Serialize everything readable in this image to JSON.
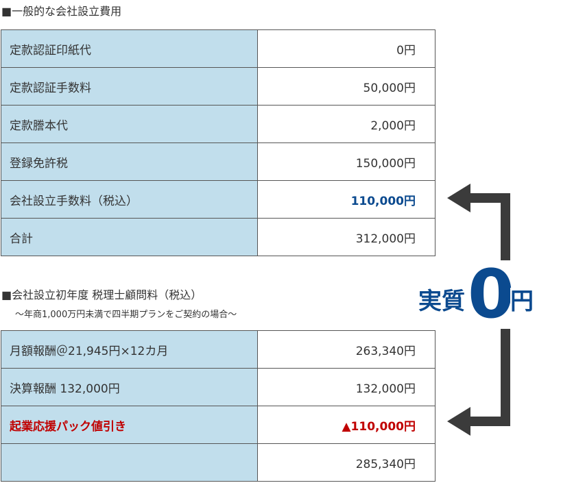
{
  "section1": {
    "title": "■一般的な会社設立費用",
    "rows": [
      {
        "label": "定款認証印紙代",
        "value": "0円"
      },
      {
        "label": "定款認証手数料",
        "value": "50,000円"
      },
      {
        "label": "定款謄本代",
        "value": "2,000円"
      },
      {
        "label": "登録免許税",
        "value": "150,000円"
      },
      {
        "label": "会社設立手数料（税込）",
        "value": "110,000円"
      },
      {
        "label": "合計",
        "value": "312,000円"
      }
    ]
  },
  "section2": {
    "title": "■会社設立初年度 税理士顧問料（税込）",
    "subtitle": "～年商1,000万円未満で四半期プランをご契約の場合～",
    "rows": [
      {
        "label": "月額報酬＠21,945円×12カ月",
        "value": "263,340円"
      },
      {
        "label": "決算報酬 132,000円",
        "value": "132,000円"
      },
      {
        "label": "起業応援パック値引き",
        "value": "▲110,000円"
      },
      {
        "label": "",
        "value": "285,340円"
      }
    ]
  },
  "callout": {
    "word": "実質",
    "number": "0",
    "unit": "円"
  },
  "colors": {
    "label_bg": "#c1deec",
    "accent_blue": "#0b4a8f",
    "accent_red": "#c00000",
    "arrow": "#3b3b3b"
  }
}
